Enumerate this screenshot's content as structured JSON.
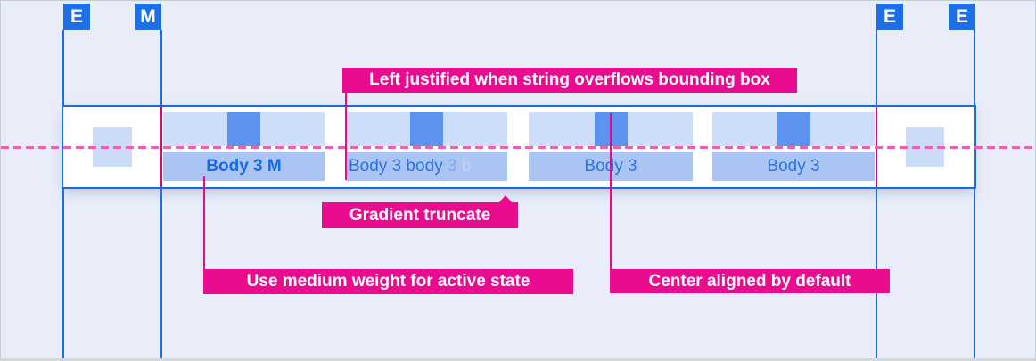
{
  "markers": [
    {
      "id": "e-left",
      "label": "E"
    },
    {
      "id": "m-left",
      "label": "M"
    },
    {
      "id": "e-right-inner",
      "label": "E"
    },
    {
      "id": "e-right-outer",
      "label": "E"
    }
  ],
  "tabs": [
    {
      "label": "Body 3 M",
      "active": true
    },
    {
      "label_parts": {
        "solid": "Body 3 body",
        "fade_mid": " 3",
        "fade_end": " b"
      },
      "truncated": true
    },
    {
      "label": "Body 3"
    },
    {
      "label": "Body 3"
    }
  ],
  "annotations": {
    "left_justified": "Left justified when string overflows bounding box",
    "gradient_truncate": "Gradient truncate",
    "medium_weight": "Use medium weight for active state",
    "center_aligned": "Center aligned by default"
  },
  "colors": {
    "guide_blue": "#1a6fe0",
    "marker_blue": "#1c6fe8",
    "bar_border_blue": "#1a6be0",
    "annotation_pink": "#ea0c8e",
    "guide_segment_pink": "#d8087c",
    "dash_pink": "#ee5fb1",
    "tab_top_fill": "#cfdef8",
    "tab_label_fill": "#abc5f3",
    "icon_fill": "#5b93ef",
    "tab_text_blue": "#2b74e0",
    "background": "#e9edf9"
  }
}
